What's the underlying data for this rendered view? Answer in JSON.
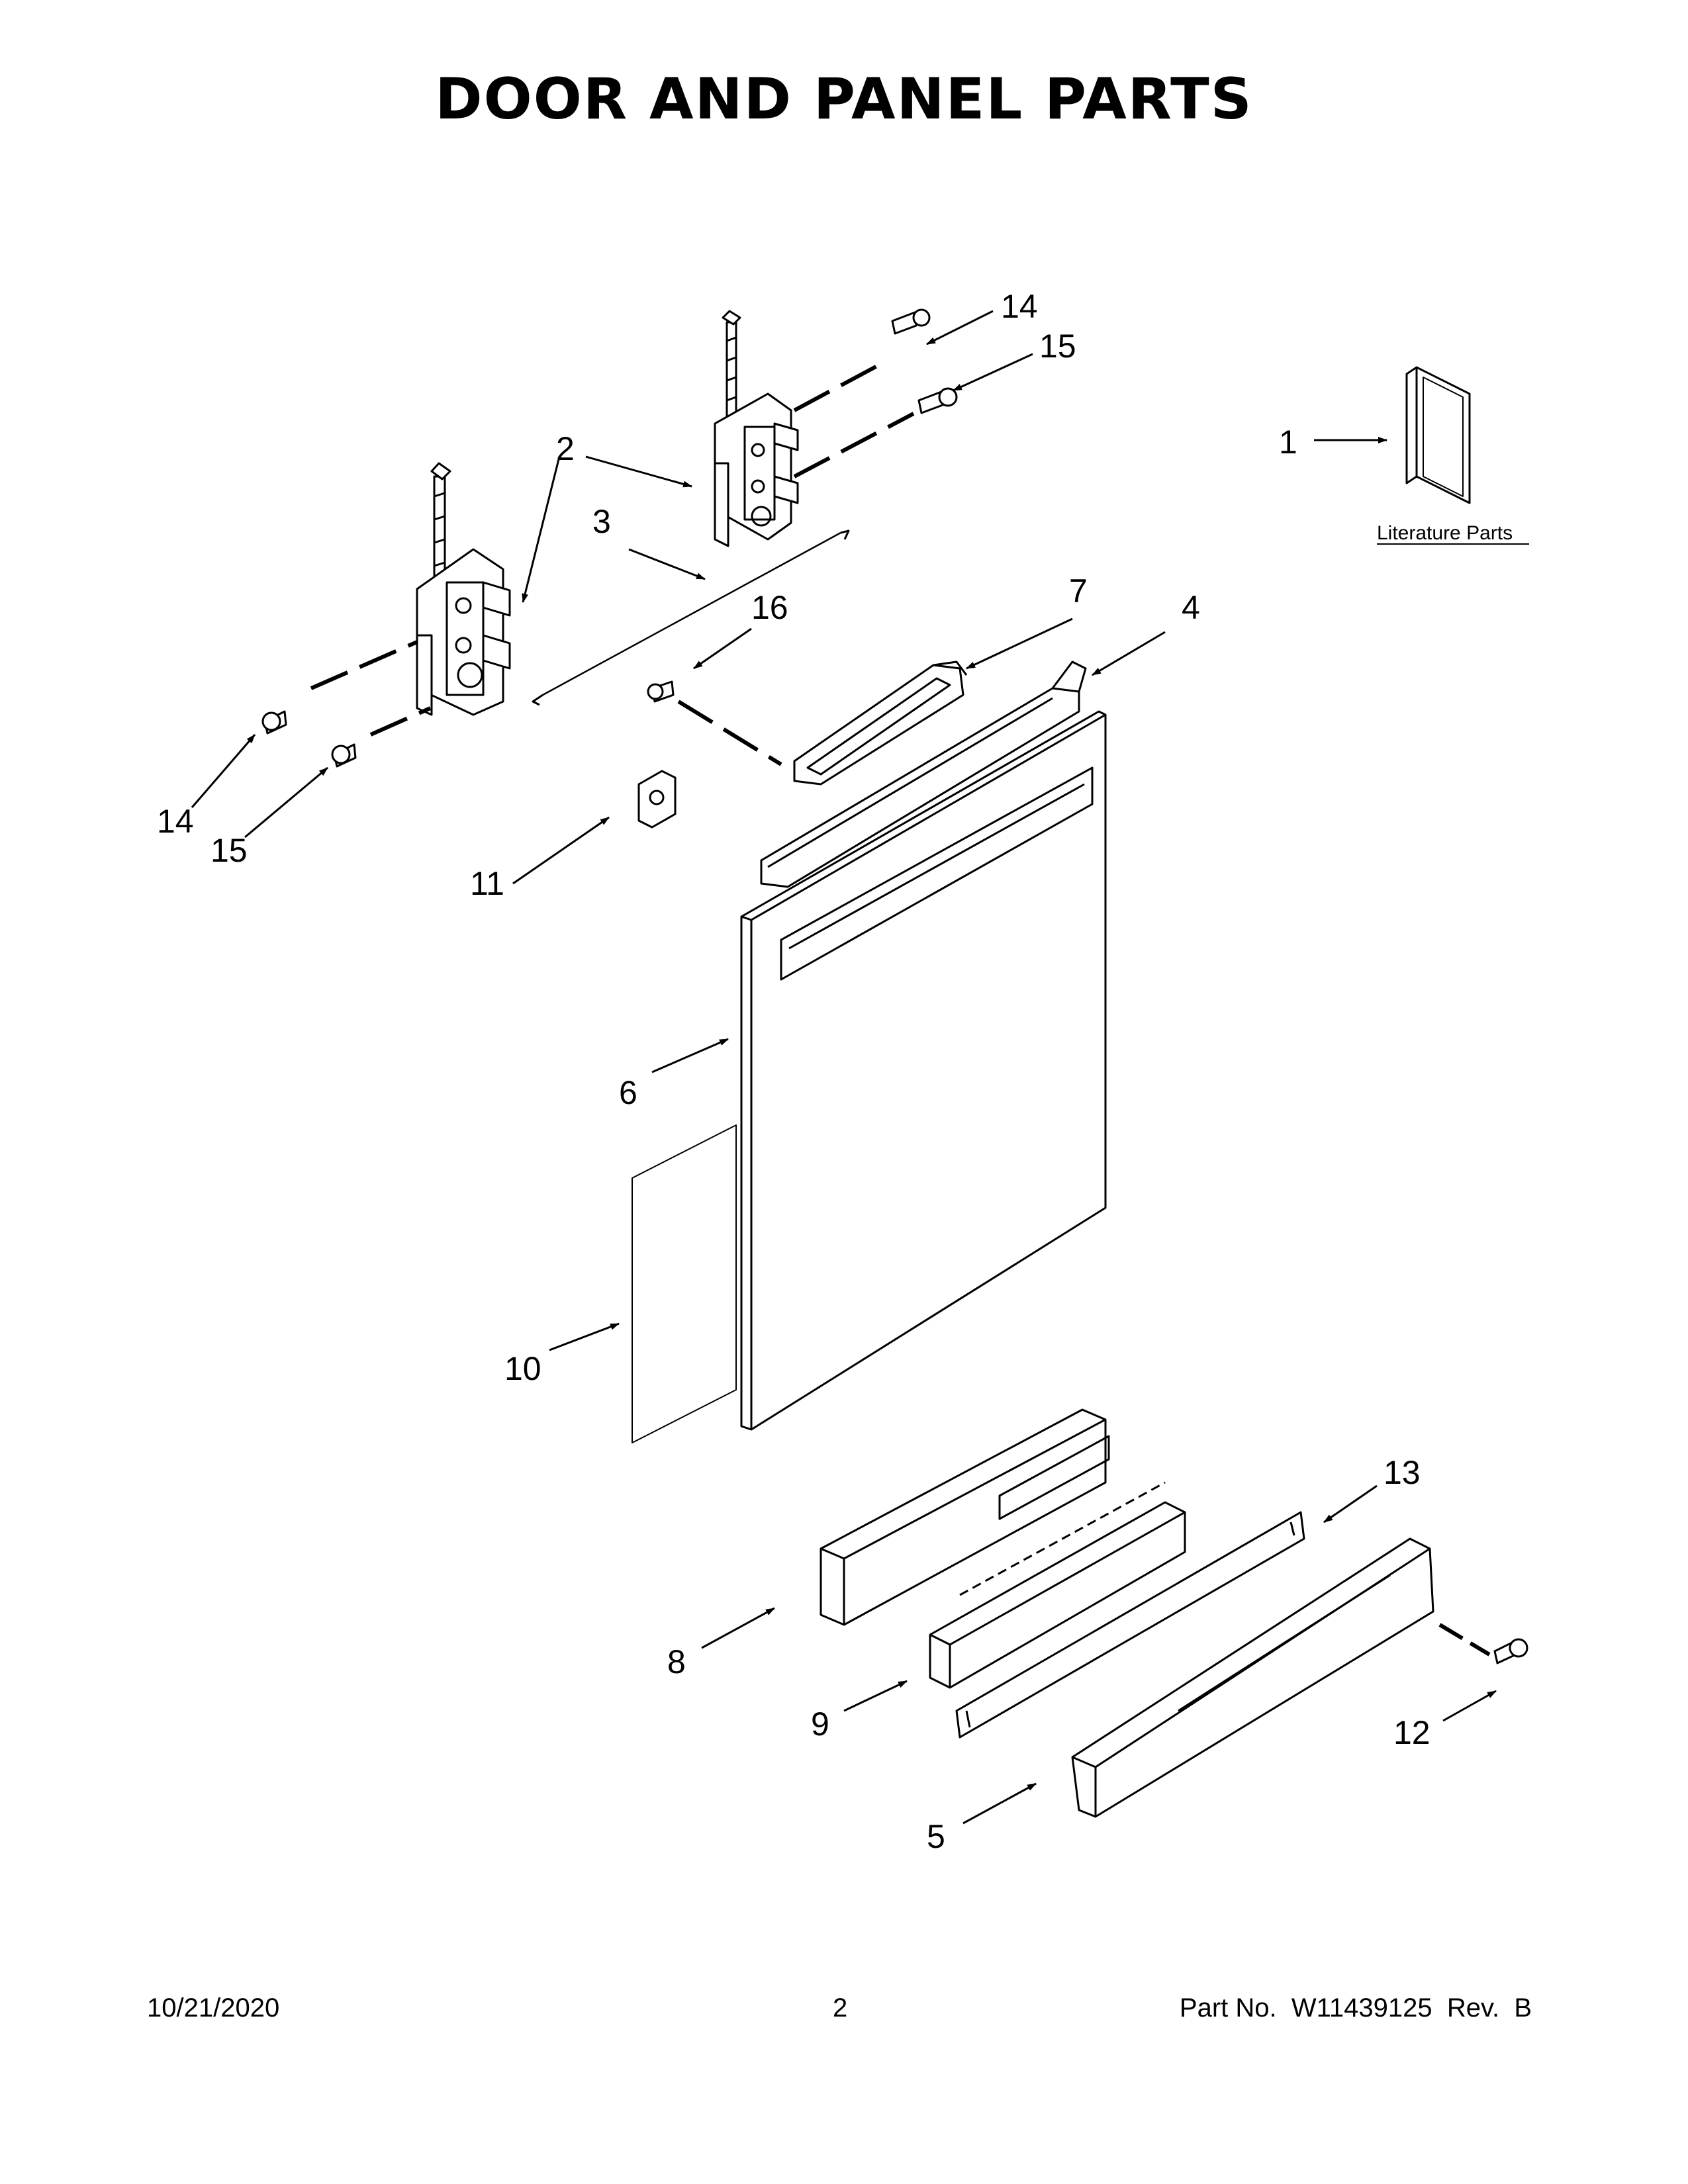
{
  "title": "DOOR AND PANEL PARTS",
  "callouts": {
    "c1": "1",
    "c2": "2",
    "c3": "3",
    "c4": "4",
    "c5": "5",
    "c6": "6",
    "c7": "7",
    "c8": "8",
    "c9": "9",
    "c10": "10",
    "c11": "11",
    "c12": "12",
    "c13": "13",
    "c14_top": "14",
    "c14_left": "14",
    "c15_top": "15",
    "c15_left": "15",
    "c16": "16"
  },
  "literature_label": "Literature Parts",
  "footer": {
    "date": "10/21/2020",
    "page": "2",
    "part": "Part No.  W11439125  Rev.  B"
  }
}
